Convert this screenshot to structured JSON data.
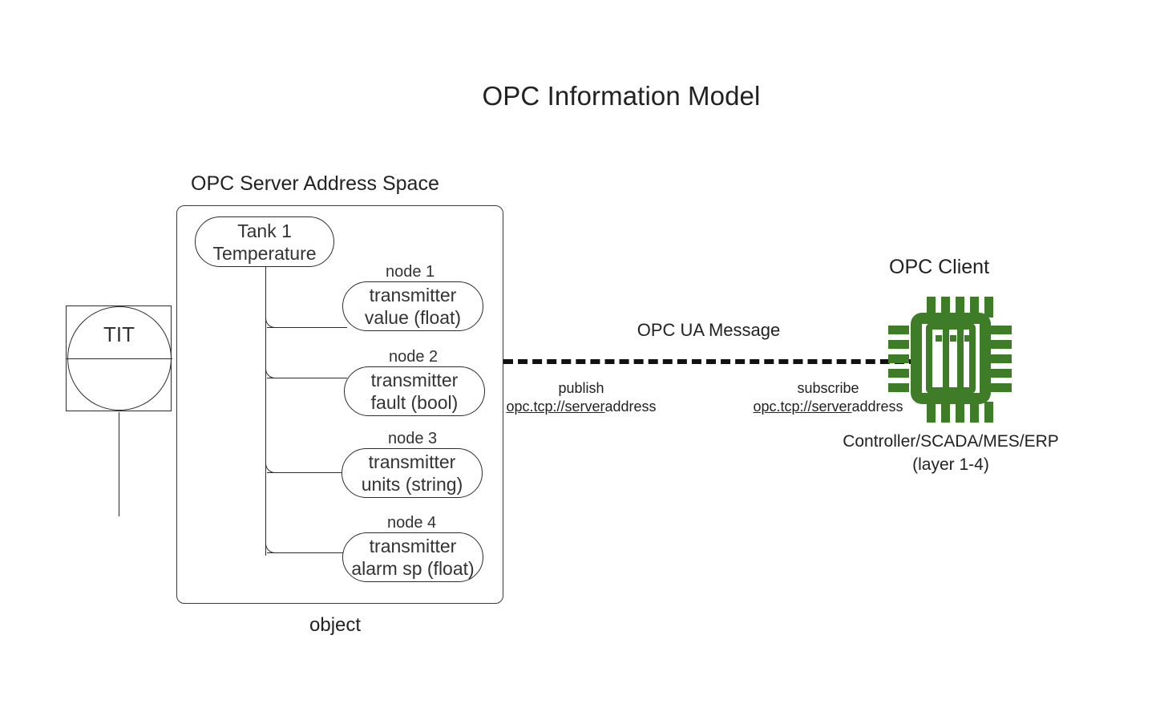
{
  "page": {
    "title": "OPC Information Model",
    "background": "#ffffff",
    "accent_green": "#3e7c28",
    "stroke": "#2b2b2b"
  },
  "field_device": {
    "symbol_name": "instrument-bubble",
    "tag": "TIT"
  },
  "server": {
    "caption": "OPC Server Address Space",
    "container_caption": "object",
    "root_node": {
      "line1": "Tank 1",
      "line2": "Temperature"
    },
    "nodes": [
      {
        "caption": "node 1",
        "line1": "transmitter",
        "line2": "value (float)"
      },
      {
        "caption": "node 2",
        "line1": "transmitter",
        "line2": "fault (bool)"
      },
      {
        "caption": "node 3",
        "line1": "transmitter",
        "line2": "units (string)"
      },
      {
        "caption": "node 4",
        "line1": "transmitter",
        "line2": "alarm sp (float)"
      }
    ]
  },
  "message": {
    "label": "OPC UA Message",
    "publish": {
      "title": "publish",
      "url_linked": "opc.tcp://server",
      "url_plain": "address"
    },
    "subscribe": {
      "title": "subscribe",
      "url_linked": "opc.tcp://server",
      "url_plain": "address"
    }
  },
  "client": {
    "caption": "OPC Client",
    "icon_name": "cpu-chip-icon",
    "subtitle_line1": "Controller/SCADA/MES/ERP",
    "subtitle_line2": "(layer 1-4)"
  }
}
